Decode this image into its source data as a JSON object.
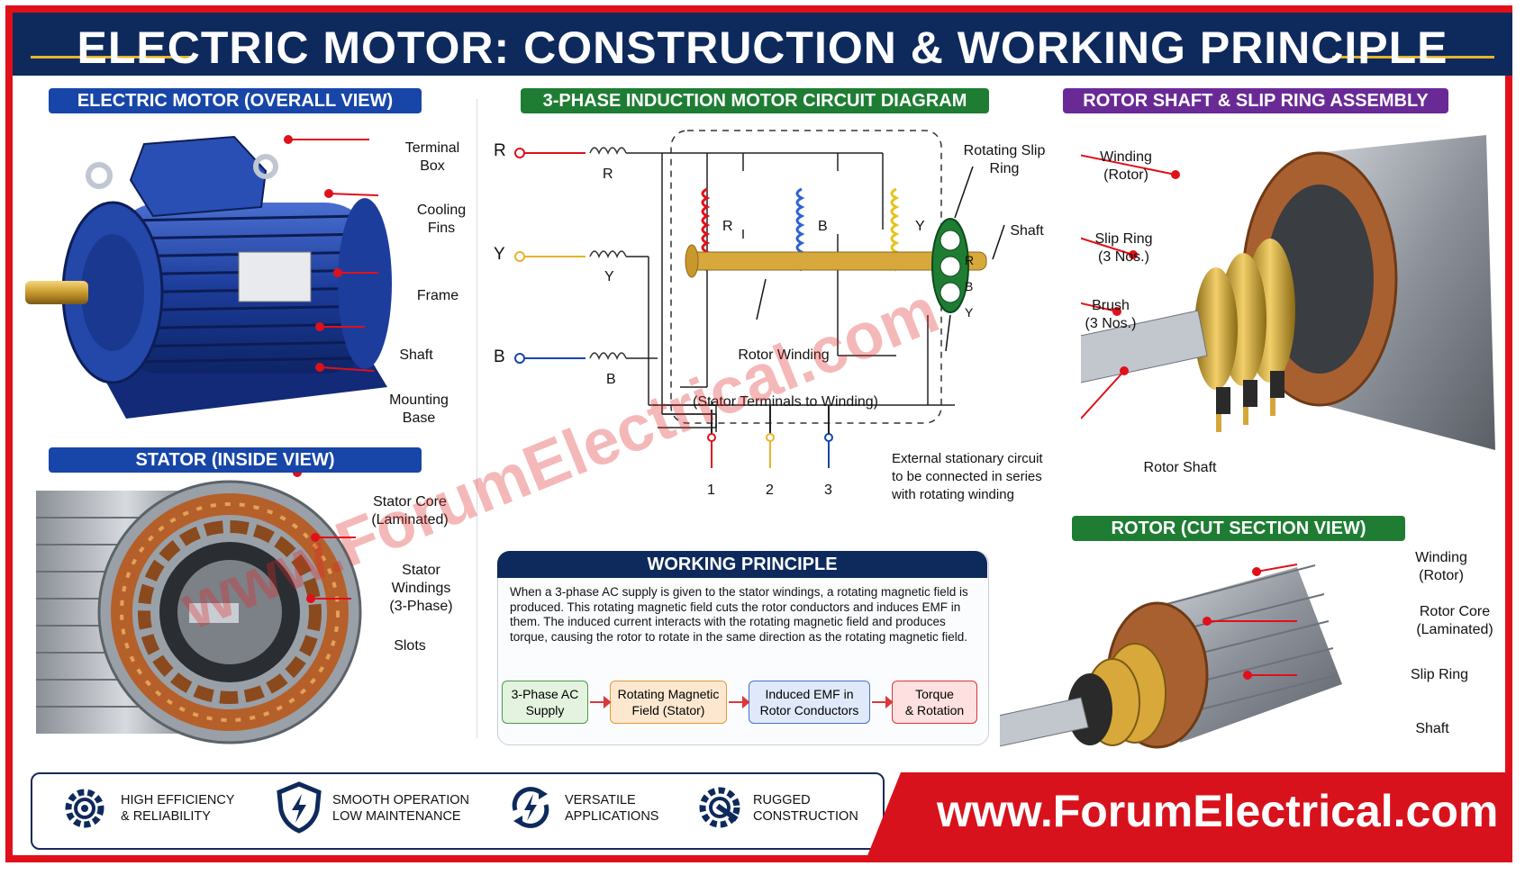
{
  "title": "ELECTRIC MOTOR: CONSTRUCTION & WORKING PRINCIPLE",
  "sections": {
    "overall": "ELECTRIC MOTOR (OVERALL VIEW)",
    "circuit": "3-PHASE INDUCTION MOTOR CIRCUIT DIAGRAM",
    "rotor_shaft": "ROTOR SHAFT & SLIP RING ASSEMBLY",
    "stator": "STATOR (INSIDE VIEW)",
    "rotor_cut": "ROTOR (CUT SECTION VIEW)",
    "working": "WORKING PRINCIPLE"
  },
  "motor_labels": {
    "terminal_box": "Terminal\nBox",
    "cooling_fins": "Cooling\nFins",
    "frame": "Frame",
    "shaft": "Shaft",
    "mounting_base": "Mounting\nBase"
  },
  "stator_labels": {
    "core": "Stator Core\n(Laminated)",
    "windings": "Stator\nWindings\n(3-Phase)",
    "slots": "Slots"
  },
  "circuit": {
    "phases": [
      "R",
      "Y",
      "B"
    ],
    "coil_labels": [
      "R",
      "Y",
      "B"
    ],
    "rotor_coils": [
      "R",
      "B",
      "Y"
    ],
    "slip_ring_letters": [
      "R",
      "B",
      "Y"
    ],
    "rotating_slip_ring": "Rotating Slip\nRing",
    "shaft": "Shaft",
    "rotor_winding": "Rotor Winding",
    "stator_terminals": "(Stator Terminals to Winding)",
    "terminals": [
      "1",
      "2",
      "3"
    ],
    "external_note": "External stationary circuit\nto be connected in series\nwith rotating winding"
  },
  "rotor_shaft_labels": {
    "winding": "Winding\n(Rotor)",
    "slip_ring": "Slip Ring\n(3 Nos.)",
    "brush": "Brush\n(3 Nos.)",
    "rotor_shaft": "Rotor Shaft"
  },
  "rotor_cut_labels": {
    "winding": "Winding\n(Rotor)",
    "core": "Rotor Core\n(Laminated)",
    "slip_ring": "Slip Ring",
    "shaft": "Shaft"
  },
  "working_principle": "When a 3-phase AC supply is given to the stator windings, a rotating magnetic field is produced. This rotating magnetic field cuts the rotor conductors and induces EMF in them. The induced current interacts with the rotating magnetic field and produces torque, causing the rotor to rotate in the same direction as the rotating magnetic field.",
  "flow_steps": [
    "3-Phase AC\nSupply",
    "Rotating Magnetic\nField (Stator)",
    "Induced EMF in\nRotor Conductors",
    "Torque\n& Rotation"
  ],
  "features": [
    {
      "icon": "gear-icon",
      "text": "HIGH EFFICIENCY\n& RELIABILITY"
    },
    {
      "icon": "shield-bolt-icon",
      "text": "SMOOTH OPERATION\nLOW MAINTENANCE"
    },
    {
      "icon": "bolt-cycle-icon",
      "text": "VERSATILE\nAPPLICATIONS"
    },
    {
      "icon": "gear-wrench-icon",
      "text": "RUGGED\nCONSTRUCTION"
    }
  ],
  "website": "www.ForumElectrical.com",
  "watermark": "www.ForumElectrical.com",
  "colors": {
    "red": "#e0101a",
    "navy": "#0e2a5c",
    "blue": "#1746a8",
    "green": "#1e7d33",
    "purple": "#6a2a96",
    "gold": "#e8b32a",
    "copper": "#b5602a"
  }
}
